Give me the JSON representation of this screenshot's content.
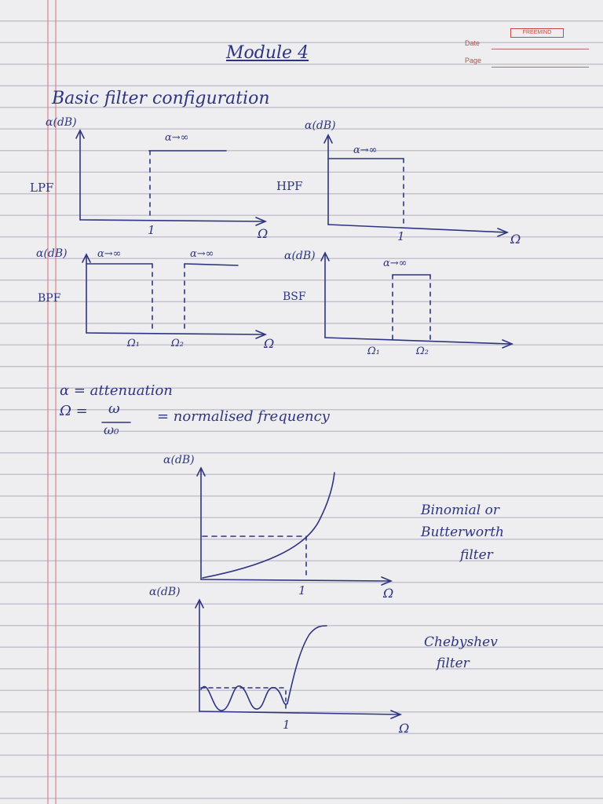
{
  "header": {
    "brand": "FREEMIND",
    "date_label": "Date",
    "page_label": "Page",
    "title": "Module 4"
  },
  "section_title": "Basic filter configuration",
  "filters": {
    "lpf": {
      "label": "LPF",
      "y_axis": "α(dB)",
      "annotation": "α→∞",
      "tick": "1",
      "x_axis": "Ω"
    },
    "hpf": {
      "label": "HPF",
      "y_axis": "α(dB)",
      "annotation": "α→∞",
      "tick": "1",
      "x_axis": "Ω"
    },
    "bpf": {
      "label": "BPF",
      "y_axis": "α(dB)",
      "annotation_left": "α→∞",
      "annotation_right": "α→∞",
      "tick1": "Ω₁",
      "tick2": "Ω₂",
      "x_axis": "Ω"
    },
    "bsf": {
      "label": "BSF",
      "y_axis": "α(dB)",
      "annotation": "α→∞",
      "tick1": "Ω₁",
      "tick2": "Ω₂"
    }
  },
  "definitions": {
    "alpha": "α = attenuation",
    "omega_lhs": "Ω =",
    "omega_num": "ω",
    "omega_den": "ω₀",
    "omega_rhs": "= normalised frequency"
  },
  "butterworth": {
    "y_axis": "α(dB)",
    "tick": "1",
    "x_axis": "Ω",
    "caption": [
      "Binomial or",
      "Butterworth",
      "filter"
    ]
  },
  "chebyshev": {
    "y_axis": "α(dB)",
    "tick": "1",
    "x_axis": "Ω",
    "caption": [
      "Chebyshev",
      "filter"
    ]
  },
  "colors": {
    "ink": "#2e3580",
    "paper": "#eeeef1",
    "margin": "#dc7882",
    "brand": "#c9463f"
  }
}
